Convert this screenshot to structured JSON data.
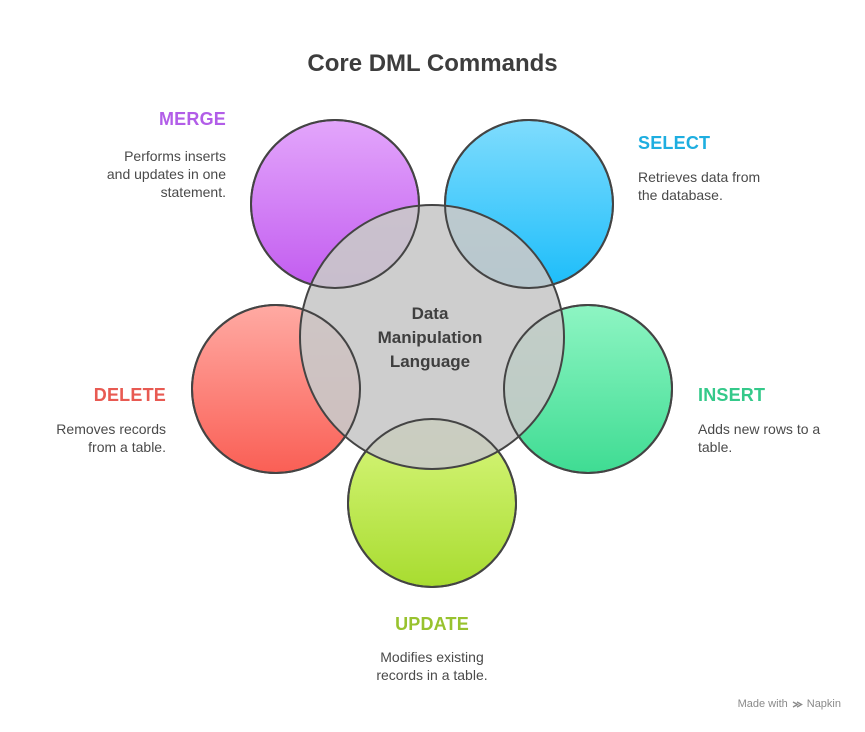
{
  "title": "Core DML Commands",
  "center": {
    "line1": "Data",
    "line2": "Manipulation",
    "line3": "Language"
  },
  "items": {
    "merge": {
      "label": "MERGE",
      "desc1": "Performs inserts",
      "desc2": "and updates in one",
      "desc3": "statement.",
      "color": "#b25de8"
    },
    "select": {
      "label": "SELECT",
      "desc1": "Retrieves data from",
      "desc2": "the database.",
      "color": "#1eaee0"
    },
    "insert": {
      "label": "INSERT",
      "desc1": "Adds new rows to a",
      "desc2": "table.",
      "color": "#34c98a"
    },
    "update": {
      "label": "UPDATE",
      "desc1": "Modifies existing",
      "desc2": "records in a table.",
      "color": "#98c22e"
    },
    "delete": {
      "label": "DELETE",
      "desc1": "Removes records",
      "desc2": "from a table.",
      "color": "#e85a52"
    }
  },
  "footer": {
    "made_with": "Made with",
    "brand": "Napkin"
  }
}
